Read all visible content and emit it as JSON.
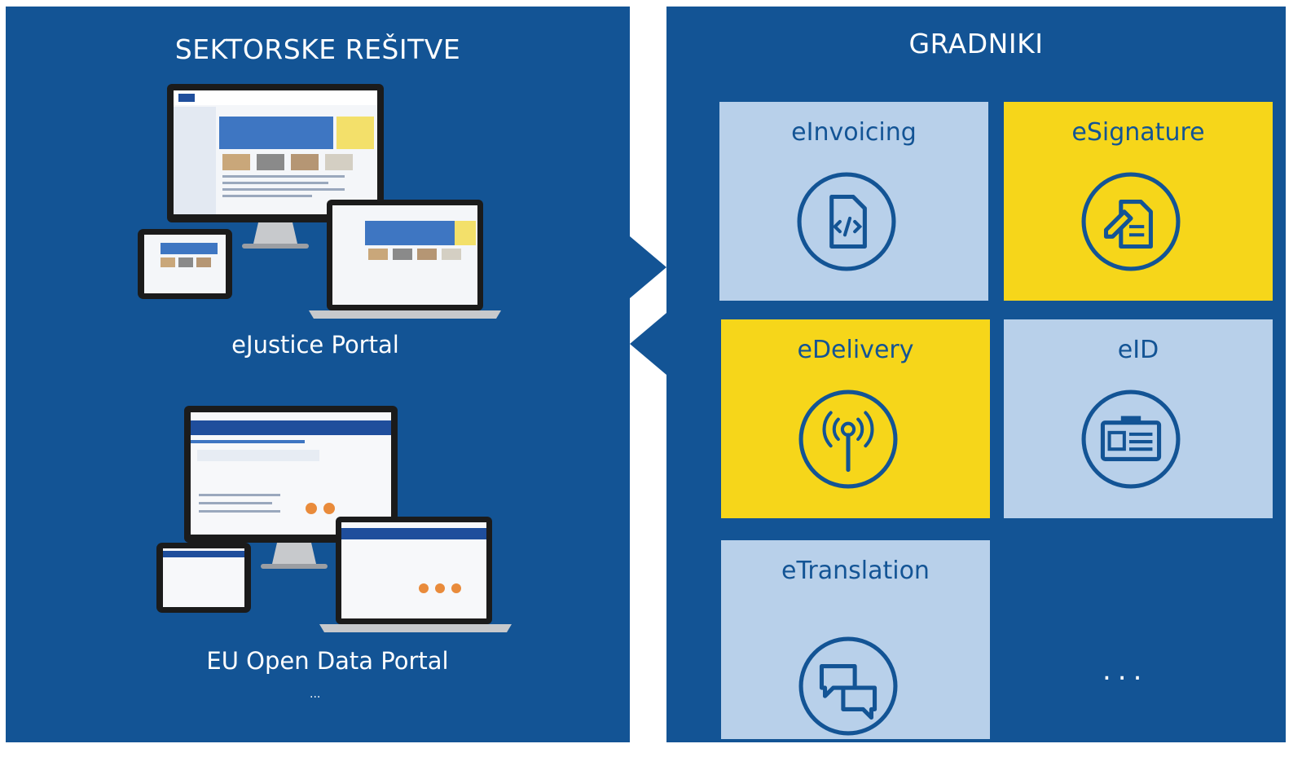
{
  "left": {
    "title": "SEKTORSKE REŠITVE",
    "solutions": [
      {
        "name": "eJustice Portal"
      },
      {
        "name": "EU Open Data Portal"
      }
    ],
    "more": "..."
  },
  "right": {
    "title": "GRADNIKI",
    "blocks": [
      {
        "name": "eInvoicing",
        "icon": "document-code-icon",
        "color": "#b8d0ea"
      },
      {
        "name": "eSignature",
        "icon": "signature-document-icon",
        "color": "#f6d61a"
      },
      {
        "name": "eDelivery",
        "icon": "antenna-broadcast-icon",
        "color": "#f6d61a"
      },
      {
        "name": "eID",
        "icon": "id-card-icon",
        "color": "#b8d0ea"
      },
      {
        "name": "eTranslation",
        "icon": "speech-bubbles-icon",
        "color": "#b8d0ea"
      }
    ],
    "more": "..."
  },
  "colors": {
    "panel": "#135495",
    "light_tile": "#b8d0ea",
    "yellow_tile": "#f6d61a",
    "icon": "#135495"
  }
}
